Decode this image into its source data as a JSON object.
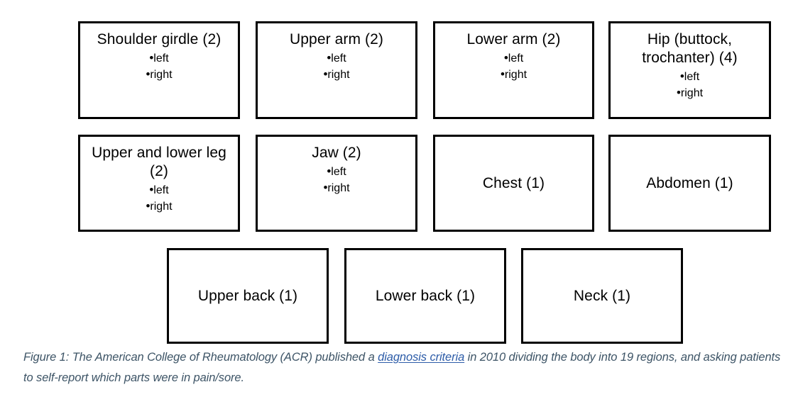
{
  "figure": {
    "background_color": "#ffffff",
    "box_border_color": "#000000",
    "caption_color": "#3d5466",
    "link_color": "#2d5ca8",
    "rows": [
      {
        "row_name": "row-1",
        "boxes": [
          {
            "title": "Shoulder girdle (2)",
            "items": [
              "left",
              "right"
            ]
          },
          {
            "title": "Upper arm (2)",
            "items": [
              "left",
              "right"
            ]
          },
          {
            "title": "Lower arm (2)",
            "items": [
              "left",
              "right"
            ]
          },
          {
            "title": "Hip (buttock, trochanter) (4)",
            "items": [
              "left",
              "right"
            ]
          }
        ]
      },
      {
        "row_name": "row-2",
        "boxes": [
          {
            "title": "Upper and lower leg (2)",
            "items": [
              "left",
              "right"
            ]
          },
          {
            "title": "Jaw (2)",
            "items": [
              "left",
              "right"
            ]
          },
          {
            "title": "Chest (1)",
            "items": []
          },
          {
            "title": "Abdomen (1)",
            "items": []
          }
        ]
      },
      {
        "row_name": "row-3",
        "boxes": [
          {
            "title": "Upper back (1)",
            "items": []
          },
          {
            "title": "Lower back (1)",
            "items": []
          },
          {
            "title": "Neck (1)",
            "items": []
          }
        ]
      }
    ],
    "bullet_glyph": "•",
    "caption": {
      "part1": "Figure 1: The American College of Rheumatology (ACR) published a ",
      "link": "diagnosis criteria",
      "part2": " in 2010 dividing the body into  19 regions, and asking patients to self-report which parts were in pain/sore."
    }
  }
}
